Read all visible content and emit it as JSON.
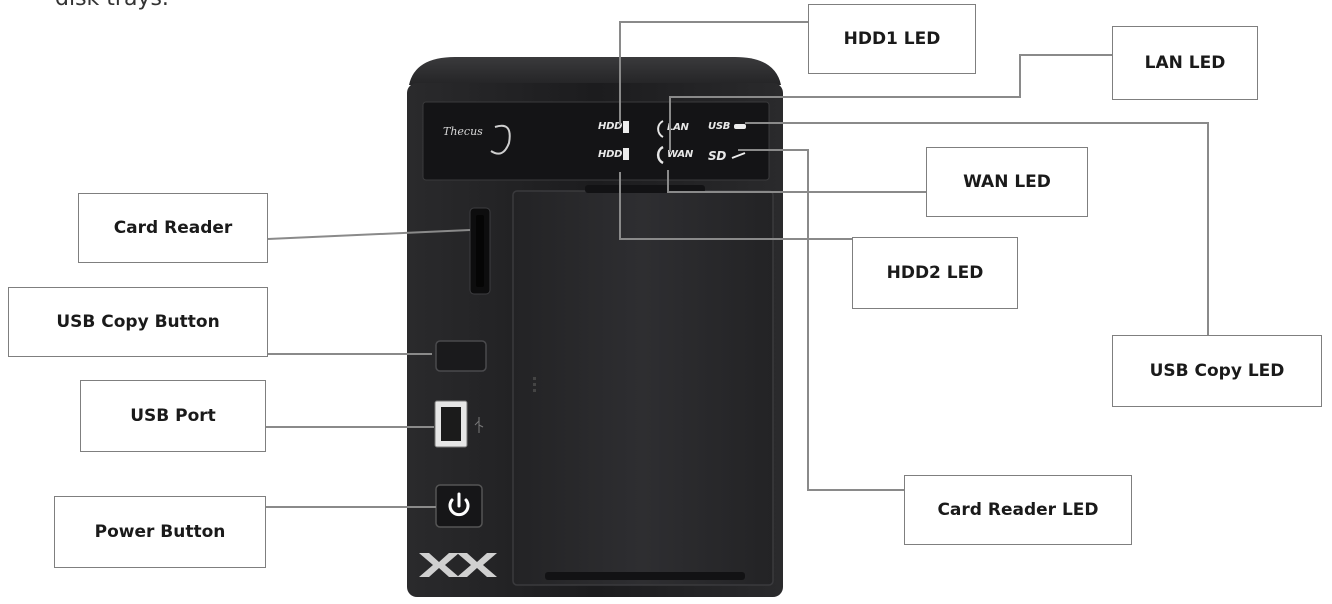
{
  "intro_text": "disk trays.",
  "colors": {
    "body": "#1f1f21",
    "panel": "#141416",
    "tray": "#28282b",
    "leader": "#8a8a8a",
    "box_border": "#7f7f7f"
  },
  "device": {
    "brand": "Thecus",
    "led_labels": {
      "hdd1": "HDD",
      "hdd2": "HDD",
      "lan": "LAN",
      "wan": "WAN",
      "usb": "USB",
      "sd": "SD"
    },
    "icons": [
      "power-icon",
      "usb-symbol-icon",
      "thecus-logo-icon",
      "xxx-logo-icon"
    ]
  },
  "labels": {
    "hdd1_led": "HDD1 LED",
    "lan_led": "LAN LED",
    "wan_led": "WAN LED",
    "hdd2_led": "HDD2 LED",
    "usb_copy_led": "USB Copy LED",
    "card_reader_led": "Card Reader LED",
    "card_reader": "Card Reader",
    "usb_copy_button": "USB Copy Button",
    "usb_port": "USB Port",
    "power_button": "Power Button"
  }
}
